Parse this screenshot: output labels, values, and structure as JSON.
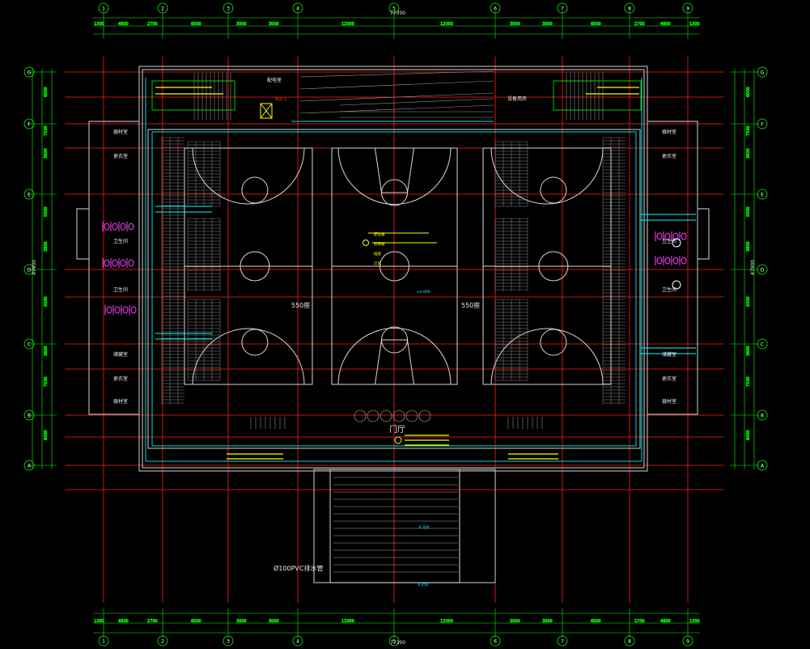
{
  "drawing": {
    "top_columns": [
      "1",
      "2",
      "3",
      "4",
      "5",
      "6",
      "7",
      "8",
      "9"
    ],
    "side_rows": [
      "G",
      "F",
      "E",
      "D",
      "C",
      "B",
      "A"
    ],
    "top_dims": [
      "1300",
      "4800",
      "2700",
      "6000",
      "3000",
      "3000",
      "12000",
      "12000",
      "3000",
      "3000",
      "6000",
      "2700",
      "4800",
      "1300"
    ],
    "top_total": "77300",
    "bottom_dims": [
      "1300",
      "4800",
      "2700",
      "6000",
      "3000",
      "3000",
      "12000",
      "12000",
      "3000",
      "3000",
      "6000",
      "2700",
      "4800",
      "1300"
    ],
    "bottom_total": "77300",
    "left_dims": [
      "6000",
      "7500",
      "3600",
      "5000",
      "3800",
      "5000",
      "3600",
      "7500",
      "6000"
    ],
    "left_total": "47900",
    "right_total": "47900",
    "hall_label": "门厅",
    "pipe_label": "Ø100PVC排水管",
    "area_label_left": "550座",
    "area_label_right": "550座",
    "elev_center": "±0.000",
    "elev_front": "-0.450",
    "elev_stair": "-0.300",
    "room_labels_left": [
      "器材室",
      "更衣室",
      "卫生间",
      "卫生间",
      "储藏室",
      "更衣室",
      "器材室"
    ],
    "room_labels_right": [
      "器材室",
      "更衣室",
      "卫生间",
      "卫生间",
      "储藏室",
      "更衣室",
      "器材室"
    ],
    "top_room_left": "配电室",
    "top_room_right": "设备用房",
    "legend_items": [
      "配电箱",
      "照明箱",
      "插座",
      "灯具"
    ],
    "red_tag": "ALE-1"
  }
}
